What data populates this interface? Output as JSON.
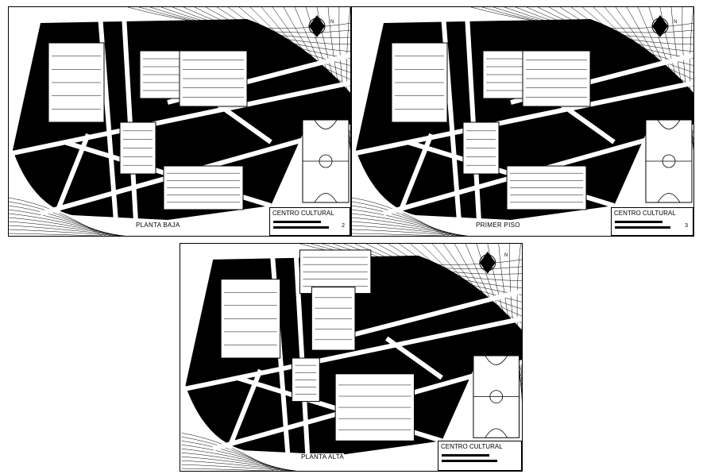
{
  "project": "CENTRO CULTURAL",
  "sheets": [
    {
      "id": "s1",
      "label": "PLANTA BAJA",
      "number": "2"
    },
    {
      "id": "s2",
      "label": "PRIMER PISO",
      "number": "3"
    },
    {
      "id": "s3",
      "label": "PLANTA ALTA",
      "number": ""
    }
  ],
  "north_label": "N",
  "colors": {
    "ink": "#000000",
    "paper": "#ffffff"
  }
}
